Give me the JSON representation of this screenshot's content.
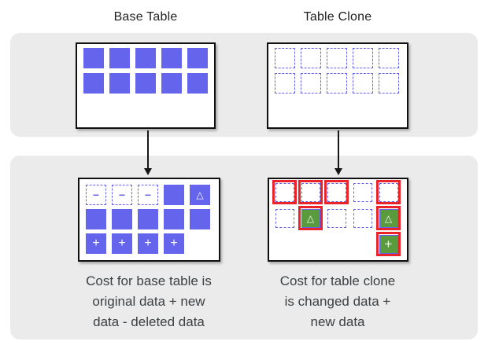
{
  "titles": {
    "base_table": "Base Table",
    "table_clone": "Table Clone"
  },
  "captions": {
    "base_table_cost": "Cost for base table is\noriginal data + new\ndata - deleted data",
    "table_clone_cost": "Cost for table clone\nis changed data +\nnew data"
  },
  "glyphs": {
    "minus": "−",
    "plus": "+",
    "triangle": "△"
  },
  "colors": {
    "data_block_blue": "#6465ec",
    "changed_block_green": "#5a9b3e",
    "highlight_red": "#e8242a",
    "band_gray": "#ebebeb",
    "caption_text": "#3c4043"
  },
  "grids": {
    "base_table_top": {
      "cols": 5,
      "cells": [
        "solid",
        "solid",
        "solid",
        "solid",
        "solid",
        "solid",
        "solid",
        "solid",
        "solid",
        "solid"
      ]
    },
    "table_clone_top": {
      "cols": 5,
      "cells": [
        "dashed",
        "dashed",
        "dashed",
        "dashed",
        "dashed",
        "dashed",
        "dashed",
        "dashed",
        "dashed",
        "dashed"
      ]
    },
    "base_table_bottom": {
      "cols": 5,
      "cells": [
        "minus",
        "minus",
        "minus",
        "solid",
        "solid-triangle",
        "solid",
        "solid",
        "solid",
        "solid",
        "solid",
        "plus",
        "plus",
        "plus",
        "plus",
        "empty"
      ]
    },
    "table_clone_bottom": {
      "cols": 5,
      "cells": [
        "dashed-red",
        "dashed-red",
        "dashed-red",
        "dashed",
        "dashed-red",
        "dashed",
        "green-triangle-red",
        "dashed",
        "dashed",
        "green-triangle-red",
        "empty",
        "empty",
        "empty",
        "empty",
        "green-plus-red"
      ]
    }
  }
}
